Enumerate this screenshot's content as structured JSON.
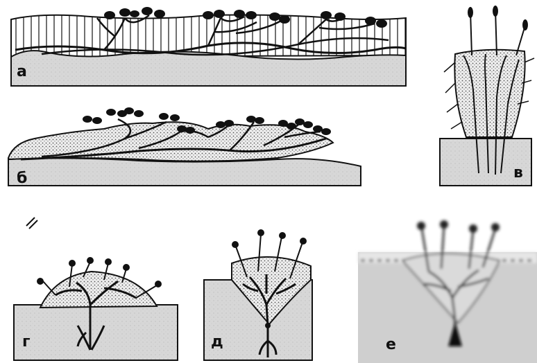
{
  "panels": [
    {
      "id": "a",
      "label": "а"
    },
    {
      "id": "b",
      "label": "б"
    },
    {
      "id": "v",
      "label": "в"
    },
    {
      "id": "g",
      "label": "г"
    },
    {
      "id": "d",
      "label": "д"
    },
    {
      "id": "e",
      "label": "е"
    }
  ],
  "colors": {
    "soil": "#d6d6d6",
    "moss": "#e6e6e6",
    "ink": "#111111",
    "photo_bg": "#cfcfcf"
  }
}
